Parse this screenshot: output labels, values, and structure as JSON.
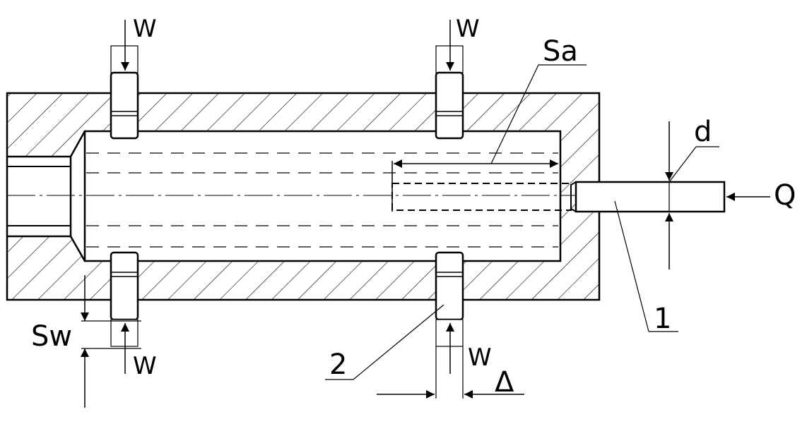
{
  "labels": {
    "sa": "Sa",
    "d": "d",
    "q": "Q",
    "part1": "1",
    "part2": "2",
    "sw": "Sw",
    "w": "W",
    "delta": "Δ"
  },
  "colors": {
    "line": "#000000",
    "background": "#ffffff"
  }
}
